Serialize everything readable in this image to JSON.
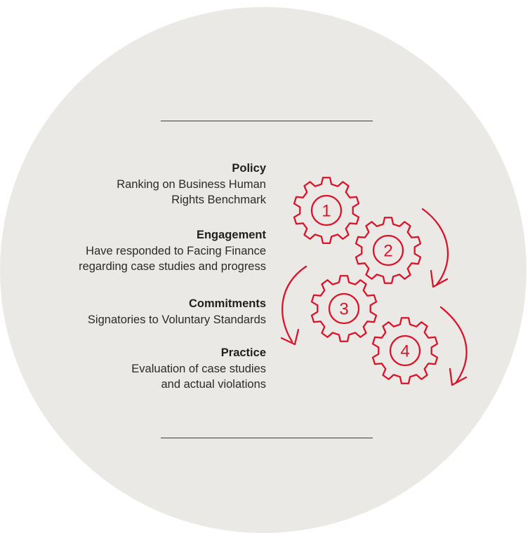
{
  "stages": [
    {
      "title": "Policy",
      "lines": [
        "Ranking on Business Human",
        "Rights Benchmark"
      ]
    },
    {
      "title": "Engagement",
      "lines": [
        "Have responded to Facing Finance",
        "regarding case studies and progress"
      ]
    },
    {
      "title": "Commitments",
      "lines": [
        "Signatories to Voluntary Standards"
      ]
    },
    {
      "title": "Practice",
      "lines": [
        "Evaluation of case studies",
        "and actual violations"
      ]
    }
  ],
  "gears": [
    {
      "label": "1",
      "icon": "gear-icon"
    },
    {
      "label": "2",
      "icon": "gear-icon"
    },
    {
      "label": "3",
      "icon": "gear-icon"
    },
    {
      "label": "4",
      "icon": "gear-icon"
    }
  ],
  "colors": {
    "accent": "#d9142a",
    "background_disc": "#ebe9e5",
    "text": "#2a2a2a"
  }
}
